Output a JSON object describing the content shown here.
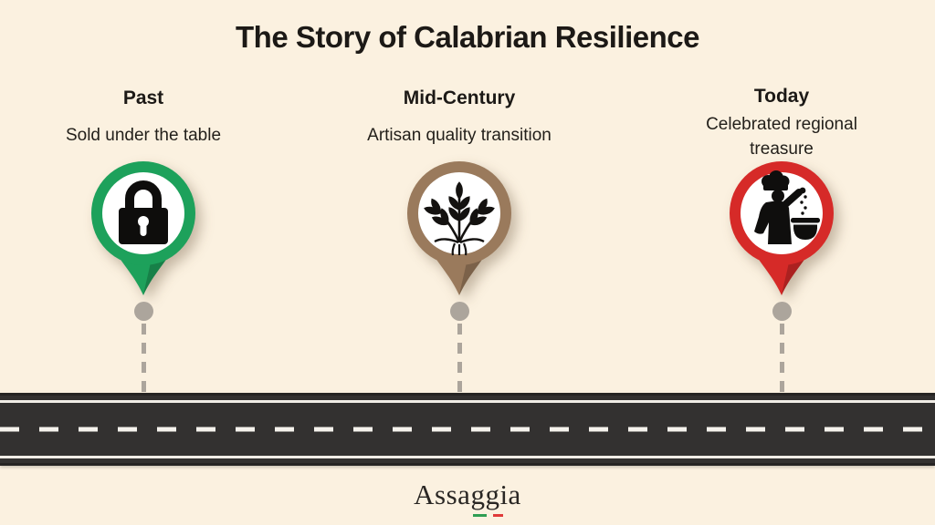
{
  "title": "The Story of Calabrian Resilience",
  "milestones": [
    {
      "era": "Past",
      "description": "Sold under the table",
      "color": "#1DA15B",
      "icon": "lock-icon"
    },
    {
      "era": "Mid-Century",
      "description": "Artisan quality transition",
      "color": "#9A7A5C",
      "icon": "wheat-icon"
    },
    {
      "era": "Today",
      "description": "Celebrated regional treasure",
      "color": "#D62A28",
      "icon": "chef-icon"
    }
  ],
  "brand": {
    "name": "Assaggia"
  },
  "colors": {
    "background": "#FBF1E0",
    "text": "#1C1916",
    "road": "#333130",
    "road_edge": "#262423",
    "stripe": "#F1EDE6",
    "dash": "#F5F2EC",
    "connector": "#ACA59C",
    "flag_green": "#2F9E53",
    "flag_red": "#E03A3A"
  }
}
